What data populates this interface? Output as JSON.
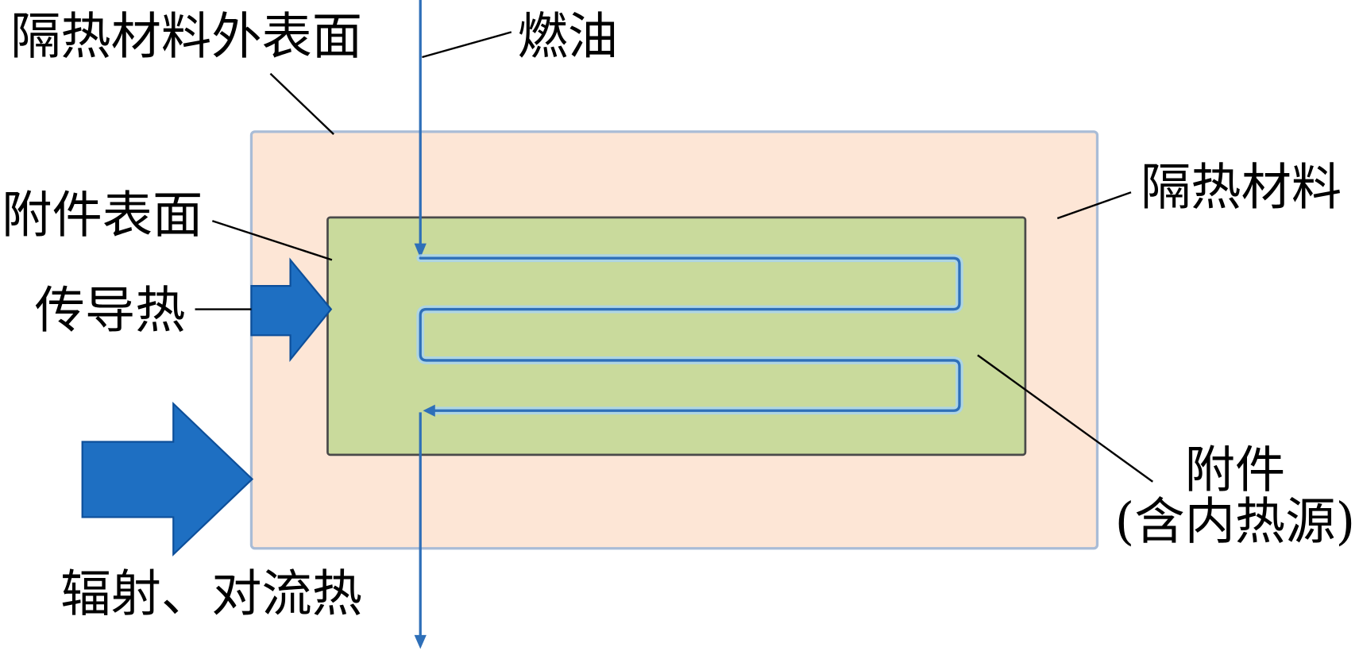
{
  "labels": {
    "insulation_outer_surface": "隔热材料外表面",
    "fuel": "燃油",
    "attachment_surface": "附件表面",
    "insulation_material": "隔热材料",
    "conducted_heat": "传导热",
    "attachment": "附件",
    "attachment_note": "(含内热源)",
    "radiation_convection_heat": "辐射、对流热"
  },
  "colors": {
    "insulation_fill": "#fde6d6",
    "insulation_stroke": "#a9bcd6",
    "attachment_fill": "#c9da9c",
    "attachment_stroke": "#4a4a4a",
    "fuel_line": "#2e6fb8",
    "fuel_halo": "#a9d3f0",
    "heat_arrow_fill": "#1e6fc2",
    "heat_arrow_stroke": "#0d4f9a"
  },
  "icons": {
    "conducted_heat_arrow": "right-arrow-icon",
    "radiation_convection_arrow": "right-arrow-icon"
  }
}
